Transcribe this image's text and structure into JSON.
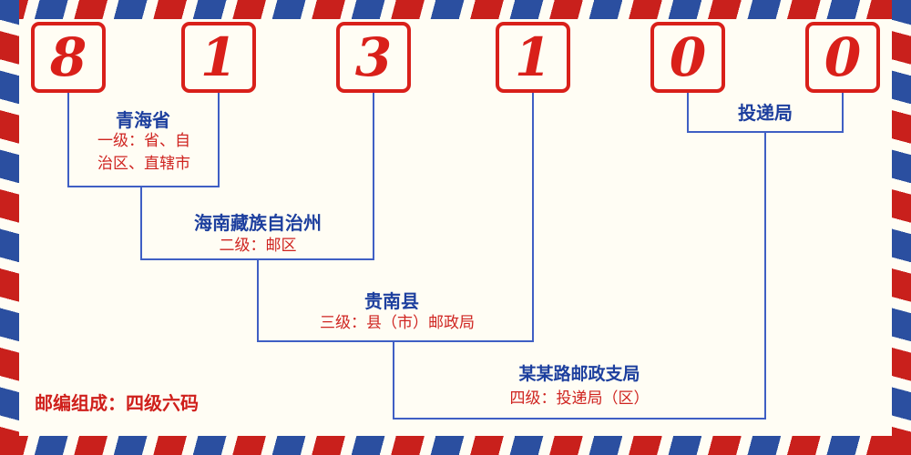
{
  "postal_code": "813100",
  "digits": [
    "8",
    "1",
    "3",
    "1",
    "0",
    "0"
  ],
  "levels": [
    {
      "name": "青海省",
      "desc": "一级：省、自治区、直辖市"
    },
    {
      "name": "海南藏族自治州",
      "desc": "二级：邮区"
    },
    {
      "name": "贵南县",
      "desc": "三级：县（市）邮政局"
    },
    {
      "name": "某某路邮政支局",
      "desc": "四级：投递局（区）"
    }
  ],
  "delivery_label": "投递局",
  "footer": {
    "composition": "邮编组成：四级六码"
  },
  "colors": {
    "digit_red": "#d9201a",
    "label_blue": "#1d3f9e",
    "desc_red": "#cf2420",
    "line_blue": "#3f5fc4",
    "stripe_red": "#c9201c",
    "stripe_blue": "#2b4fa0",
    "background": "#fffdf4"
  }
}
